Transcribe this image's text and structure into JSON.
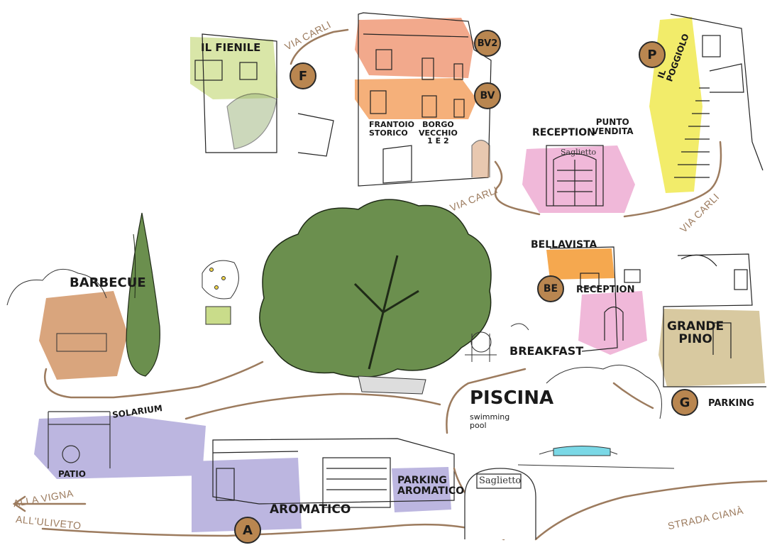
{
  "labels": {
    "il_fienile": "IL FIENILE",
    "frantoio": "FRANTOIO\nSTORICO",
    "borgo": "BORGO\nVECCHIO\n1 E 2",
    "reception_top": "RECEPTION",
    "punto_vendita": "PUNTO\nVENDITA",
    "il_poggiolo": "IL\nPOGGIOLO",
    "barbecue": "BARBECUE",
    "bellavista": "BELLAVISTA",
    "reception_mid": "RECEPTION",
    "breakfast": "BREAKFAST",
    "grande_pino": "GRANDE\nPINO",
    "parking_g": "PARKING",
    "piscina": "PISCINA",
    "swimming_pool": "swimming\npool",
    "solarium": "SOLARIUM",
    "patio": "PATIO",
    "parking_aromatico": "PARKING\nAROMATICO",
    "aromatico": "AROMATICO"
  },
  "roads": {
    "via_carli_1": "VIA CARLI",
    "via_carli_2": "VIA CARLI",
    "via_carli_3": "VIA CARLI",
    "alla_vigna": "ALLA VIGNA",
    "all_uliveto": "ALL'ULIVETO",
    "strada_ciana": "STRADA CIANÀ"
  },
  "badges": {
    "f": "F",
    "bv2": "BV2",
    "bv": "BV",
    "p": "P",
    "be": "BE",
    "g": "G",
    "a": "A"
  },
  "signs": {
    "saglietto_door": "Saglietto",
    "saglietto_entrance": "Saglietto"
  },
  "colors": {
    "green_area": "#d9e6a8",
    "salmon_area": "#f2a98c",
    "orange_area": "#f5b07a",
    "pink_area": "#f0b8d9",
    "yellow_area": "#f2ec6a",
    "orange_be": "#f5a84f",
    "brown_area": "#d9a57d",
    "tan_area": "#d8c9a0",
    "lavender_area": "#bcb6e0",
    "tree_green": "#6b8f4e",
    "path": "#9c7b5e",
    "badge_fill": "#b98650"
  }
}
